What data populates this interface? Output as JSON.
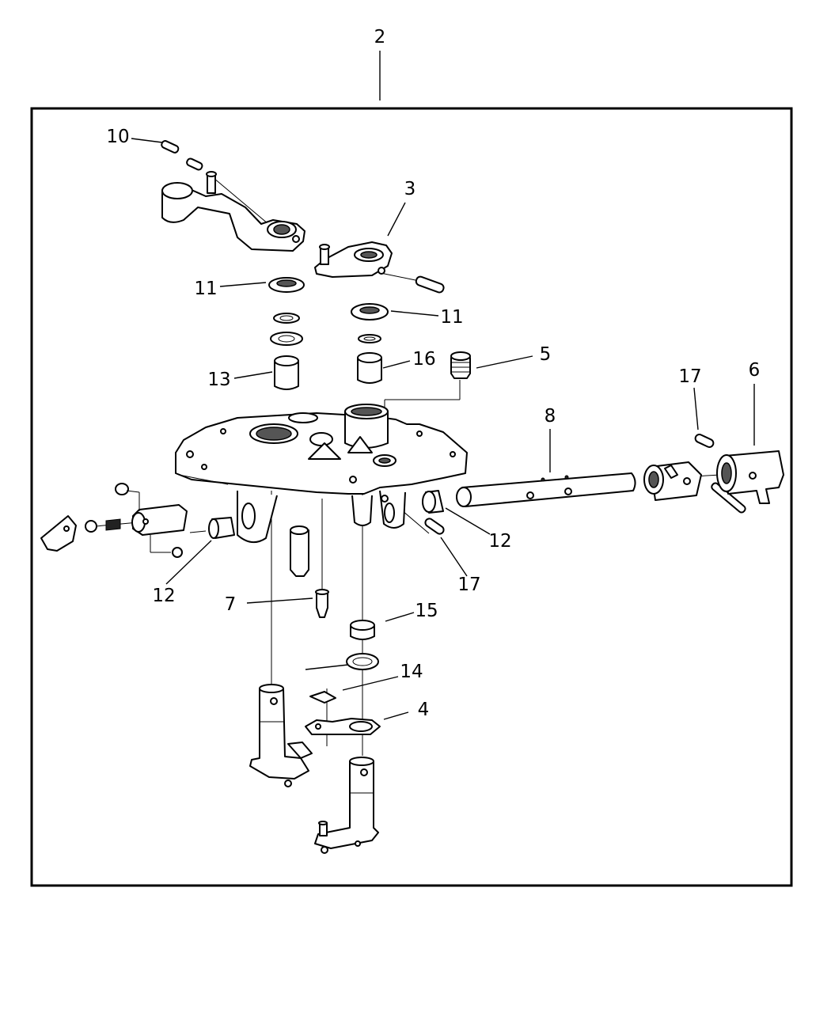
{
  "diagram": {
    "labels": {
      "assembly": "2",
      "lever_upper": "3",
      "plate_lower": "4",
      "vent_fitting": "5",
      "end_cap": "6",
      "pin_plug": "7",
      "shift_rail": "8",
      "roll_pin_top": "10",
      "seal_left": "11",
      "seal_right": "11",
      "bushing_left": "12",
      "bushing_right": "12",
      "bushing_13": "13",
      "spring_washer": "14",
      "bushing_15": "15",
      "bushing_16": "16",
      "roll_pin_right": "17",
      "roll_pin_mid": "17"
    }
  }
}
